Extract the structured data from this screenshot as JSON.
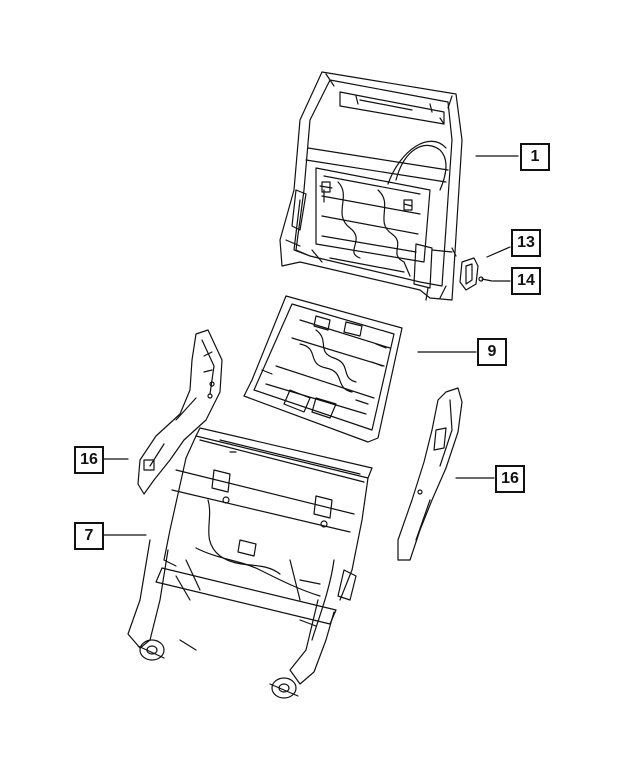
{
  "callouts": [
    {
      "id": "c1",
      "label": "1"
    },
    {
      "id": "c13",
      "label": "13"
    },
    {
      "id": "c14",
      "label": "14"
    },
    {
      "id": "c9",
      "label": "9"
    },
    {
      "id": "c16a",
      "label": "16"
    },
    {
      "id": "c16b",
      "label": "16"
    },
    {
      "id": "c7",
      "label": "7"
    }
  ],
  "colors": {
    "ink": "#111111",
    "paper": "#ffffff"
  }
}
